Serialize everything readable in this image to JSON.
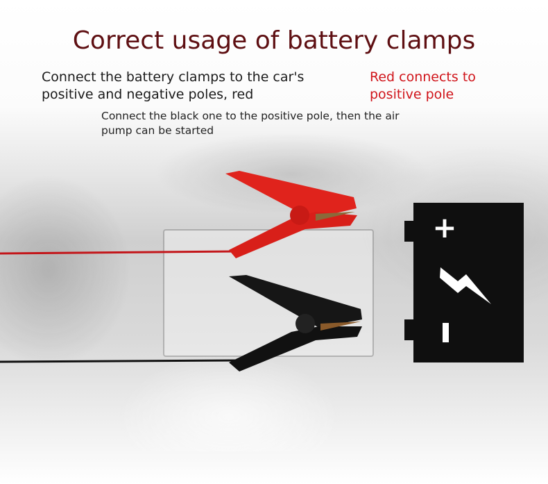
{
  "title": "Correct usage of battery clamps",
  "instruction_main": [
    "Connect the battery clamps to the car's",
    "positive and negative poles, red"
  ],
  "instruction_red": [
    "Red connects to",
    "positive pole"
  ],
  "instruction_sub": [
    "Connect the black one to the positive pole, then the air",
    "pump can be started"
  ],
  "battery_icon": {
    "positive_symbol": "+",
    "negative_symbol": "-"
  },
  "colors": {
    "title": "#5e0f12",
    "accent_red": "#d0141a",
    "clamp_red": "#e0231c",
    "clamp_black": "#141414"
  }
}
